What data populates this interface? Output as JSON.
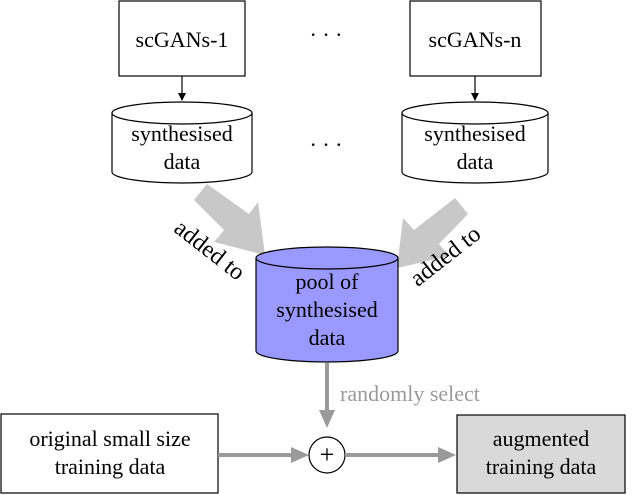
{
  "generators": {
    "first_label": "scGANs-1",
    "last_label": "scGANs-n",
    "ellipsis": "· · ·"
  },
  "synthesised": {
    "line1": "synthesised",
    "line2": "data",
    "ellipsis": "· · ·"
  },
  "pool": {
    "line1": "pool of",
    "line2": "synthesised",
    "line3": "data",
    "fill_color": "#9999ff"
  },
  "arrows": {
    "added_to_left": "added to",
    "added_to_right": "added to",
    "randomly_select": "randomly select"
  },
  "original": {
    "line1": "original small size",
    "line2": "training data"
  },
  "combine": {
    "symbol": "+"
  },
  "augmented": {
    "line1": "augmented",
    "line2": "training data",
    "fill_color": "#d9d9d9"
  }
}
